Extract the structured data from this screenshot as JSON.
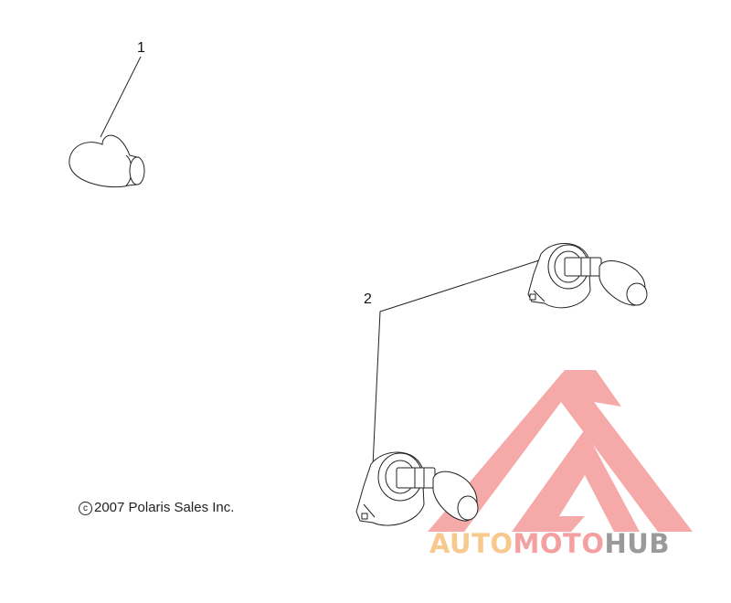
{
  "callouts": [
    {
      "label": "1"
    },
    {
      "label": "2"
    }
  ],
  "parts": [
    {
      "name": "bulb-small"
    },
    {
      "name": "headlight-bulb-with-socket"
    }
  ],
  "copyright": {
    "symbol": "c",
    "text": "2007 Polaris Sales Inc."
  },
  "watermark": {
    "parts": [
      "AUTO",
      "MOTO",
      "HUB"
    ],
    "colors": {
      "auto": "#f8c98c",
      "moto": "#f4a0a0",
      "hub": "#9a9a9a",
      "logo": "#f4a0a0"
    }
  }
}
